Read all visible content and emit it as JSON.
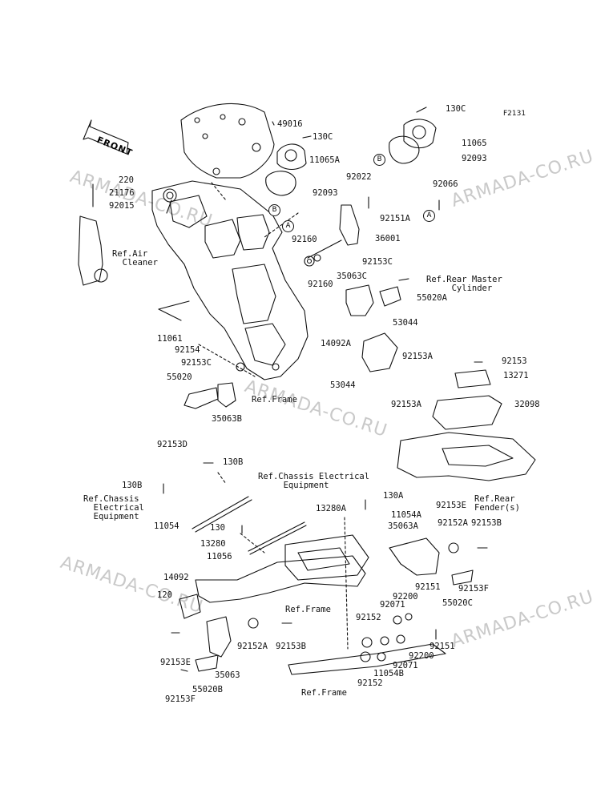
{
  "figure_id": "F2131",
  "front_label": "FRONT",
  "watermark": "ARMADA-CO.RU",
  "callouts": {
    "A": "A",
    "B": "B"
  },
  "part_labels": {
    "p130C_a": "130C",
    "p130C_b": "130C",
    "p11065": "11065",
    "p92093_a": "92093",
    "p49016": "49016",
    "p11065A": "11065A",
    "p92093_b": "92093",
    "p220": "220",
    "p21176": "21176",
    "p92015": "92015",
    "p92022": "92022",
    "p92151A": "92151A",
    "p92066": "92066",
    "p92160_a": "92160",
    "p36001": "36001",
    "p92160_b": "92160",
    "p92153C_a": "92153C",
    "p35063C": "35063C",
    "p55020A": "55020A",
    "p53044_a": "53044",
    "p11061": "11061",
    "p92154": "92154",
    "p14092A": "14092A",
    "p92153A_a": "92153A",
    "p53044_b": "53044",
    "p92153A_b": "92153A",
    "p92153_top": "92153",
    "p13271": "13271",
    "p32098": "32098",
    "p92153C_b": "92153C",
    "p55020": "55020",
    "p35063B": "35063B",
    "p92153D": "92153D",
    "p130B_a": "130B",
    "p130B_b": "130B",
    "p11054": "11054",
    "p130A": "130A",
    "p13280A": "13280A",
    "p11054A": "11054A",
    "p92153E_a": "92153E",
    "p35063A": "35063A",
    "p92152A_a": "92152A",
    "p92153B_a": "92153B",
    "p130": "130",
    "p13280": "13280",
    "p11056": "11056",
    "p14092": "14092",
    "p120": "120",
    "p92151_a": "92151",
    "p92153F_a": "92153F",
    "p55020C": "55020C",
    "p92200_a": "92200",
    "p92071_a": "92071",
    "p92152_a": "92152",
    "p92152A_b": "92152A",
    "p92153B_b": "92153B",
    "p92151_b": "92151",
    "p92200_b": "92200",
    "p92071_b": "92071",
    "p11054B": "11054B",
    "p92153E_b": "92153E",
    "p35063": "35063",
    "p55020B": "55020B",
    "p92153F_b": "92153F",
    "p92152_b": "92152"
  },
  "references": {
    "air_cleaner": "Ref.Air\n  Cleaner",
    "rear_master": "Ref.Rear Master\n     Cylinder",
    "frame_a": "Ref.Frame",
    "rear_fender": "Ref.Rear\nFender(s)",
    "chassis_a": "Ref.Chassis Electrical\n     Equipment",
    "chassis_b": "Ref.Chassis\n  Electrical\n  Equipment",
    "frame_b": "Ref.Frame",
    "frame_c": "Ref.Frame"
  }
}
